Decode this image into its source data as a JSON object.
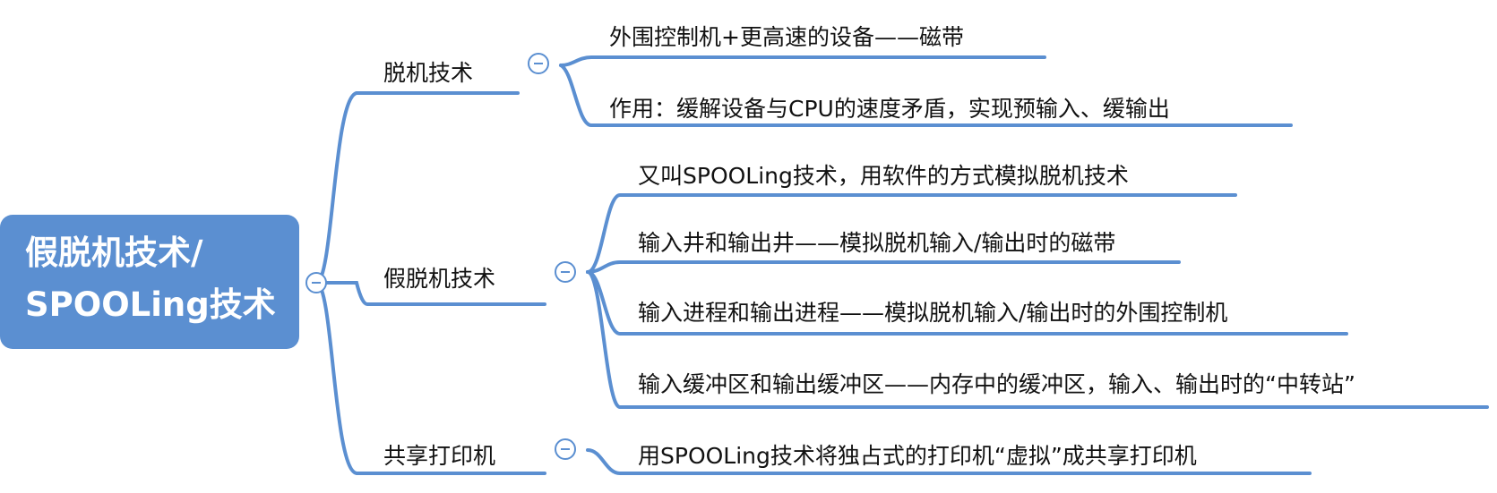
{
  "root": {
    "lines": [
      "假脱机技术/",
      "SPOOLing技术"
    ]
  },
  "branches": [
    {
      "label": "脱机技术",
      "leaves": [
        "外围控制机+更高速的设备——磁带",
        "作用：缓解设备与CPU的速度矛盾，实现预输入、缓输出"
      ]
    },
    {
      "label": "假脱机技术",
      "leaves": [
        "又叫SPOOLing技术，用软件的方式模拟脱机技术",
        "输入井和输出井——模拟脱机输入/输出时的磁带",
        "输入进程和输出进程——模拟脱机输入/输出时的外围控制机",
        "输入缓冲区和输出缓冲区——内存中的缓冲区，输入、输出时的“中转站”"
      ]
    },
    {
      "label": "共享打印机",
      "leaves": [
        "用SPOOLing技术将独占式的打印机“虚拟”成共享打印机"
      ]
    }
  ],
  "colors": {
    "accent": "#5b8fd1",
    "text": "#111111",
    "root_text": "#ffffff"
  },
  "icons": {
    "collapse": "minus-circle-icon"
  }
}
